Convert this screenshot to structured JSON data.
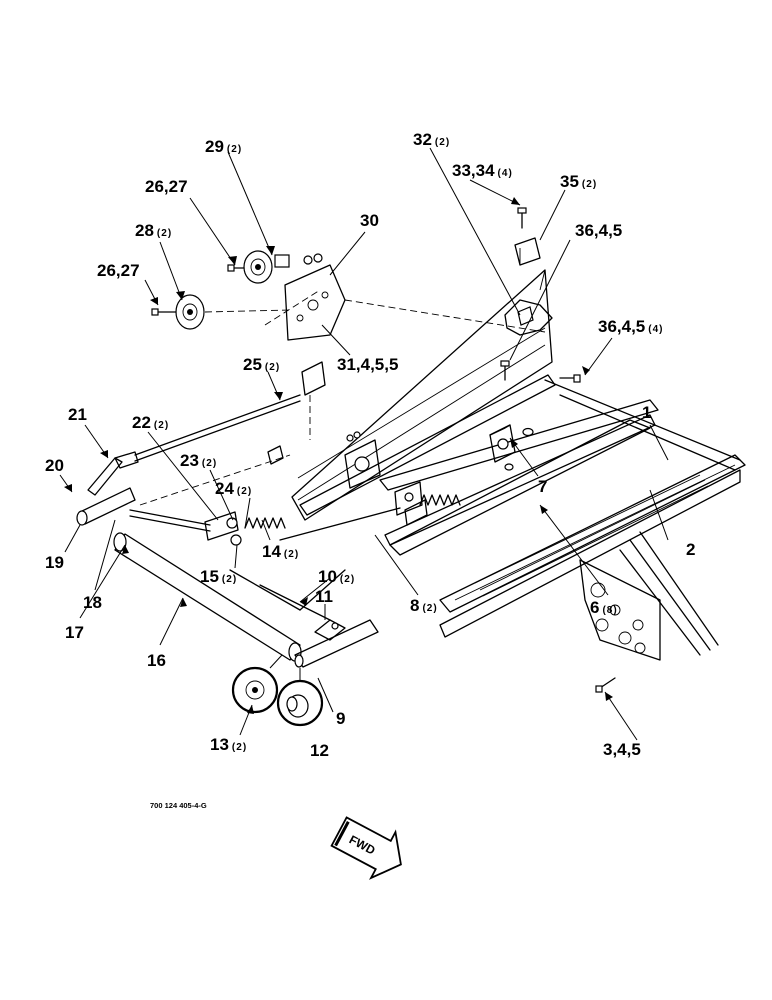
{
  "callouts": {
    "c1": {
      "num": "1",
      "qty": ""
    },
    "c2": {
      "num": "2",
      "qty": ""
    },
    "c345": {
      "num": "3,4,5",
      "qty": ""
    },
    "c6": {
      "num": "6",
      "qty": "(8)"
    },
    "c7": {
      "num": "7",
      "qty": ""
    },
    "c8": {
      "num": "8",
      "qty": "(2)"
    },
    "c9": {
      "num": "9",
      "qty": ""
    },
    "c10": {
      "num": "10",
      "qty": "(2)"
    },
    "c11": {
      "num": "11",
      "qty": ""
    },
    "c12": {
      "num": "12",
      "qty": ""
    },
    "c13": {
      "num": "13",
      "qty": "(2)"
    },
    "c14": {
      "num": "14",
      "qty": "(2)"
    },
    "c15": {
      "num": "15",
      "qty": "(2)"
    },
    "c16": {
      "num": "16",
      "qty": ""
    },
    "c17": {
      "num": "17",
      "qty": ""
    },
    "c18": {
      "num": "18",
      "qty": ""
    },
    "c19": {
      "num": "19",
      "qty": ""
    },
    "c20": {
      "num": "20",
      "qty": ""
    },
    "c21": {
      "num": "21",
      "qty": ""
    },
    "c22": {
      "num": "22",
      "qty": "(2)"
    },
    "c23": {
      "num": "23",
      "qty": "(2)"
    },
    "c24": {
      "num": "24",
      "qty": "(2)"
    },
    "c25": {
      "num": "25",
      "qty": "(2)"
    },
    "c2627a": {
      "num": "26,27",
      "qty": ""
    },
    "c2627b": {
      "num": "26,27",
      "qty": ""
    },
    "c28": {
      "num": "28",
      "qty": "(2)"
    },
    "c29": {
      "num": "29",
      "qty": "(2)"
    },
    "c30": {
      "num": "30",
      "qty": ""
    },
    "c31": {
      "num": "31,4,5,5",
      "qty": ""
    },
    "c32": {
      "num": "32",
      "qty": "(2)"
    },
    "c3334": {
      "num": "33,34",
      "qty": "(4)"
    },
    "c35": {
      "num": "35",
      "qty": "(2)"
    },
    "c3645a": {
      "num": "36,4,5",
      "qty": ""
    },
    "c3645b": {
      "num": "36,4,5",
      "qty": "(4)"
    }
  },
  "drawing_number": "700 124 405-4-G",
  "fwd_label": "FWD"
}
